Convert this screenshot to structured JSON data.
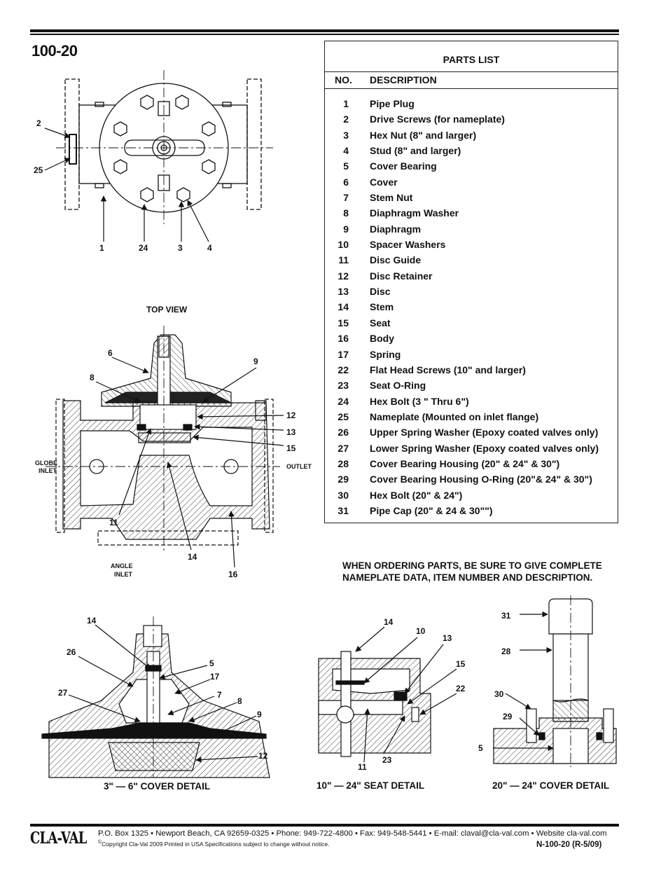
{
  "title": "100-20",
  "parts_list": {
    "heading": "PARTS LIST",
    "col_no": "NO.",
    "col_desc": "DESCRIPTION",
    "items": [
      {
        "no": "1",
        "desc": "Pipe Plug"
      },
      {
        "no": "2",
        "desc": "Drive Screws (for nameplate)"
      },
      {
        "no": "3",
        "desc": "Hex Nut (8\" and larger)"
      },
      {
        "no": "4",
        "desc": "Stud (8\" and larger)"
      },
      {
        "no": "5",
        "desc": "Cover Bearing"
      },
      {
        "no": "6",
        "desc": "Cover"
      },
      {
        "no": "7",
        "desc": "Stem Nut"
      },
      {
        "no": "8",
        "desc": "Diaphragm Washer"
      },
      {
        "no": "9",
        "desc": "Diaphragm"
      },
      {
        "no": "10",
        "desc": "Spacer Washers"
      },
      {
        "no": "11",
        "desc": "Disc Guide"
      },
      {
        "no": "12",
        "desc": "Disc Retainer"
      },
      {
        "no": "13",
        "desc": "Disc"
      },
      {
        "no": "14",
        "desc": "Stem"
      },
      {
        "no": "15",
        "desc": "Seat"
      },
      {
        "no": "16",
        "desc": "Body"
      },
      {
        "no": "17",
        "desc": "Spring"
      },
      {
        "no": "22",
        "desc": "Flat Head Screws (10\" and larger)"
      },
      {
        "no": "23",
        "desc": "Seat O-Ring"
      },
      {
        "no": "24",
        "desc": "Hex Bolt (3 \" Thru 6\")"
      },
      {
        "no": "25",
        "desc": "Nameplate (Mounted on inlet flange)"
      },
      {
        "no": "26",
        "desc": "Upper Spring Washer (Epoxy coated valves only)"
      },
      {
        "no": "27",
        "desc": "Lower Spring Washer (Epoxy coated valves only)"
      },
      {
        "no": "28",
        "desc": "Cover Bearing Housing (20\" & 24\" & 30\")"
      },
      {
        "no": "29",
        "desc": "Cover Bearing Housing O-Ring (20\"& 24\" & 30\")"
      },
      {
        "no": "30",
        "desc": "Hex Bolt (20\" & 24\")"
      },
      {
        "no": "31",
        "desc": "Pipe Cap (20\" & 24 & 30\"\")"
      }
    ]
  },
  "ordering_note": "WHEN ORDERING PARTS, BE SURE TO GIVE COMPLETE NAMEPLATE DATA, ITEM NUMBER AND DESCRIPTION.",
  "top_view": {
    "caption": "TOP VIEW",
    "callouts": {
      "c2": "2",
      "c25": "25",
      "c1": "1",
      "c24": "24",
      "c3": "3",
      "c4": "4"
    }
  },
  "section_view": {
    "callouts": {
      "c6": "6",
      "c8": "8",
      "c9": "9",
      "c12": "12",
      "c13": "13",
      "c15": "15",
      "c11": "11",
      "c14": "14",
      "c16": "16"
    },
    "globe_inlet_1": "GLOBE",
    "globe_inlet_2": "INLET",
    "outlet": "OUTLET",
    "angle_inlet_1": "ANGLE",
    "angle_inlet_2": "INLET"
  },
  "cover_detail_small": {
    "caption": "3\"  — 6\" COVER DETAIL",
    "callouts": {
      "c14": "14",
      "c26": "26",
      "c27": "27",
      "c5": "5",
      "c17": "17",
      "c7": "7",
      "c8": "8",
      "c9": "9",
      "c12": "12"
    }
  },
  "seat_detail": {
    "caption": "10\"  — 24\" SEAT DETAIL",
    "callouts": {
      "c14": "14",
      "c10": "10",
      "c13": "13",
      "c15": "15",
      "c22": "22",
      "c23": "23",
      "c11": "11"
    }
  },
  "cover_detail_large": {
    "caption": "20\"  — 24\" COVER DETAIL",
    "callouts": {
      "c31": "31",
      "c28": "28",
      "c30": "30",
      "c29": "29",
      "c5": "5"
    }
  },
  "footer": {
    "logo": "CLA-VAL",
    "address": "P.O. Box 1325 • Newport Beach, CA 92659-0325 • Phone: 949-722-4800 • Fax: 949-548-5441 • E-mail: claval@cla-val.com • Website cla-val.com",
    "copyright_symbol": "©",
    "copyright": "Copyright Cla-Val 2009   Printed in USA   Specifications subject to change without notice.",
    "doc_number": "N-100-20  (R-5/09)"
  }
}
